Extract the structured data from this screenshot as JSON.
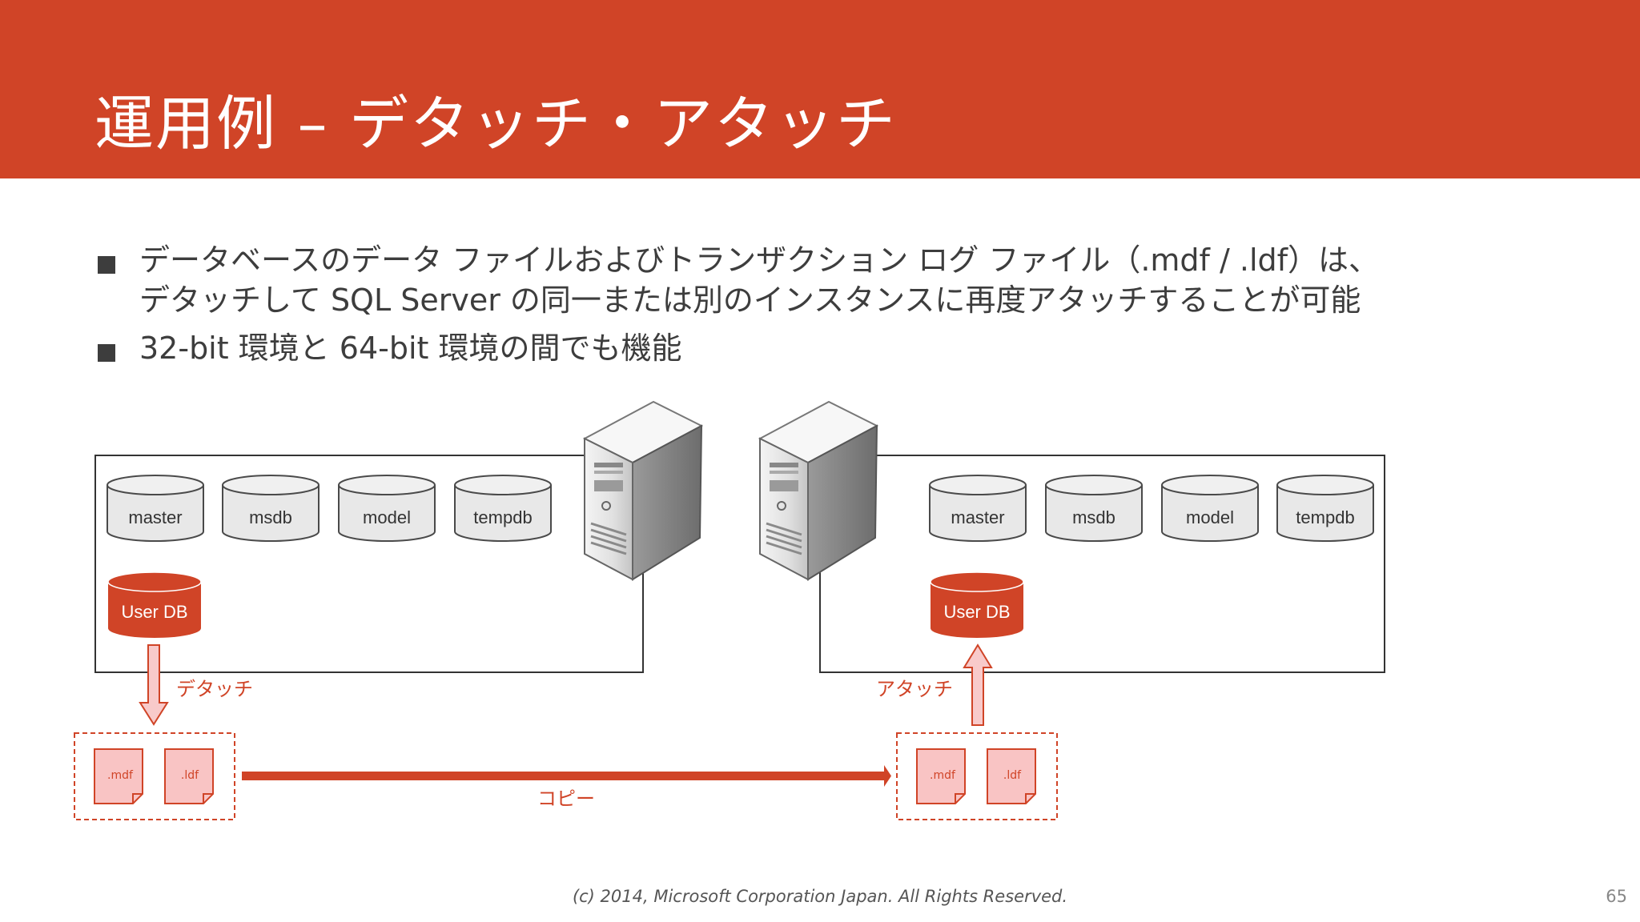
{
  "slide": {
    "title": "運用例 – デタッチ・アタッチ",
    "bullets": [
      {
        "lines": [
          "データベースのデータ ファイルおよびトランザクション ログ ファイル（.mdf / .ldf）は、",
          "デタッチして SQL Server の同一または別のインスタンスに再度アタッチすることが可能"
        ]
      },
      {
        "lines": [
          "32-bit 環境と 64-bit 環境の間でも機能"
        ]
      }
    ]
  },
  "diagram": {
    "left_instance": {
      "system_dbs": [
        "master",
        "msdb",
        "model",
        "tempdb"
      ],
      "user_db": "User DB"
    },
    "right_instance": {
      "system_dbs": [
        "master",
        "msdb",
        "model",
        "tempdb"
      ],
      "user_db": "User DB"
    },
    "detach_label": "デタッチ",
    "attach_label": "アタッチ",
    "copy_label": "コピー",
    "source_files": [
      ".mdf",
      ".ldf"
    ],
    "target_files": [
      ".mdf",
      ".ldf"
    ]
  },
  "footer": {
    "copyright": "(c) 2014, Microsoft Corporation Japan.  All Rights Reserved.",
    "page_number": "65"
  },
  "colors": {
    "accent": "#d04427",
    "file_fill": "#f9c4c4",
    "arrow_fill": "#f8caca",
    "cylinder_fill": "#e8e8e8"
  },
  "icons": {
    "server": "server-tower-icon",
    "file": "document-file-icon",
    "database": "database-cylinder-icon"
  }
}
